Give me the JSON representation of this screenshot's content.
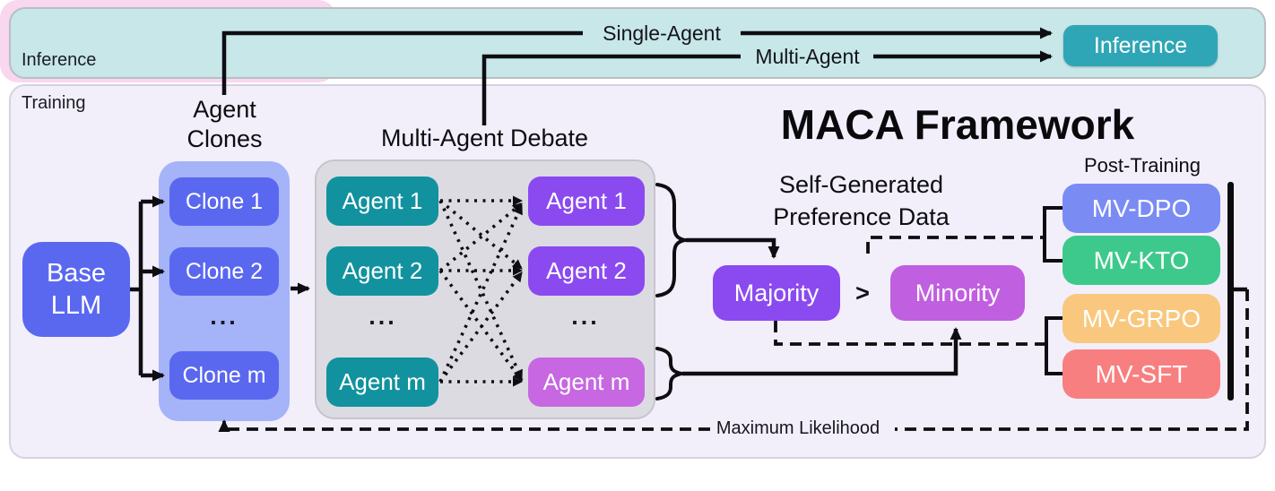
{
  "colors": {
    "banner_bg": "#c7e7e9",
    "training_bg": "#f2effb",
    "royal_blue": "#5a68f0",
    "clone_container": "#a5b3f8",
    "debate_container": "#dcdbe2",
    "teal_agent": "#12929f",
    "purple_agent": "#8a4af0",
    "magenta_agent": "#c767e2",
    "pink_container": "#f8d7ef",
    "minority": "#c05fe0",
    "inference_teal": "#2fa6b5",
    "mv_dpo": "#7b8bf4",
    "mv_kto": "#3ec98c",
    "mv_grpo": "#f9c87e",
    "mv_sft": "#f87f80",
    "line": "#0e0e12"
  },
  "inference_banner": {
    "label": "Inference",
    "single_agent_label": "Single-Agent",
    "multi_agent_label": "Multi-Agent",
    "inference_box_label": "Inference"
  },
  "training": {
    "label": "Training",
    "framework_title": "MACA Framework",
    "base_llm": {
      "line1": "Base",
      "line2": "LLM"
    },
    "clones": {
      "title_line1": "Agent",
      "title_line2": "Clones",
      "items": [
        "Clone 1",
        "Clone 2",
        "...",
        "Clone m"
      ]
    },
    "debate": {
      "title": "Multi-Agent Debate",
      "left_agents": [
        "Agent 1",
        "Agent 2",
        "...",
        "Agent m"
      ],
      "right_agents": [
        "Agent 1",
        "Agent 2",
        "...",
        "Agent m"
      ]
    },
    "preference": {
      "title_line1": "Self-Generated",
      "title_line2": "Preference Data",
      "majority_label": "Majority",
      "comparator": ">",
      "minority_label": "Minority"
    },
    "post_training": {
      "title": "Post-Training",
      "methods": [
        "MV-DPO",
        "MV-KTO",
        "MV-GRPO",
        "MV-SFT"
      ]
    },
    "feedback_label": "Maximum Likelihood"
  }
}
